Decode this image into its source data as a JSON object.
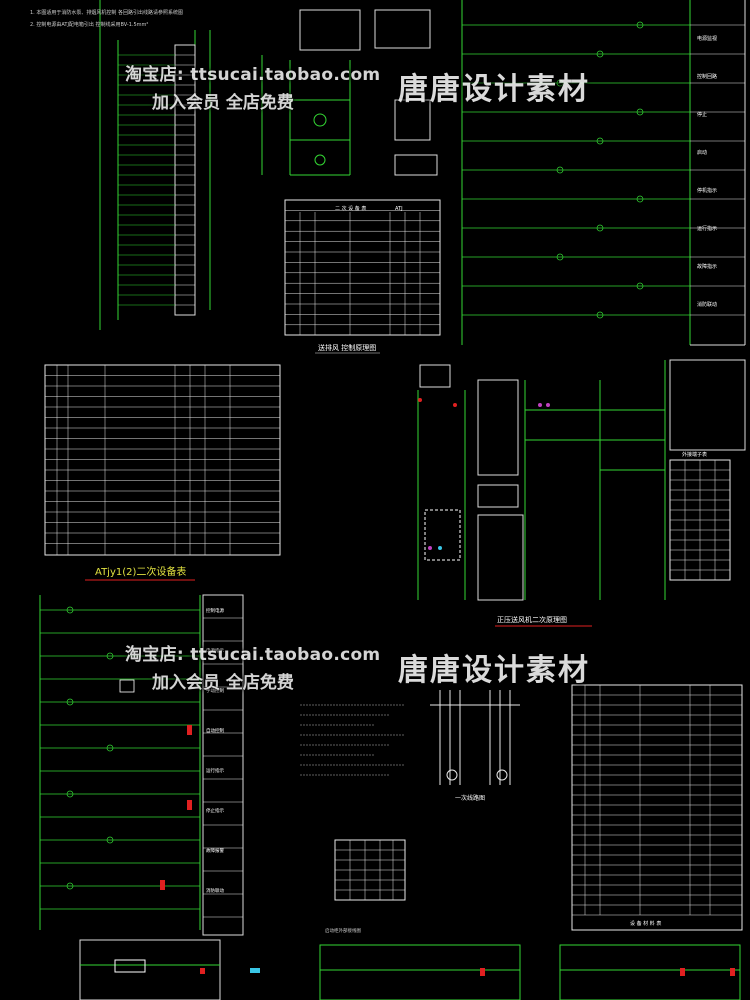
{
  "watermarks": [
    {
      "url": "淘宝店: ttsucai.taobao.com",
      "sub": "加入会员 全店免费",
      "brand": "唐唐设计素材"
    },
    {
      "url": "淘宝店: ttsucai.taobao.com",
      "sub": "加入会员 全店免费",
      "brand": "唐唐设计素材"
    }
  ],
  "sheets": {
    "fan_control_title": "送排风 控制原理图",
    "secondary_device_table_title": "ATjy1(2)二次设备表",
    "positive_pressure_fan_title": "正压送风机二次原理图",
    "primary_line_title": "一次线路图",
    "terminal_table_caption": "外接端子表",
    "table_mid_header": "二 次 设 备 表",
    "table_mid_code": "ATJ",
    "right_table_footer": "设 备 材 料 表",
    "bottom_note": "启动柜外部接线图",
    "right_labels": [
      "电源监视",
      "控制回路",
      "停止",
      "启动",
      "停机指示",
      "运行指示",
      "故障指示",
      "消防联动"
    ],
    "panel_labels": [
      "控制电源",
      "电源指示",
      "手动控制",
      "自动控制",
      "运行指示",
      "停止指示",
      "故障报警",
      "消防联动"
    ]
  },
  "colors": {
    "background": "#000000",
    "wire": "#33d633",
    "table_line": "#e8e8e8",
    "accent_red": "#e02020",
    "accent_cyan": "#39c6e6",
    "accent_yellow": "#e0e040",
    "accent_magenta": "#c040c0",
    "text": "#ffffff"
  }
}
